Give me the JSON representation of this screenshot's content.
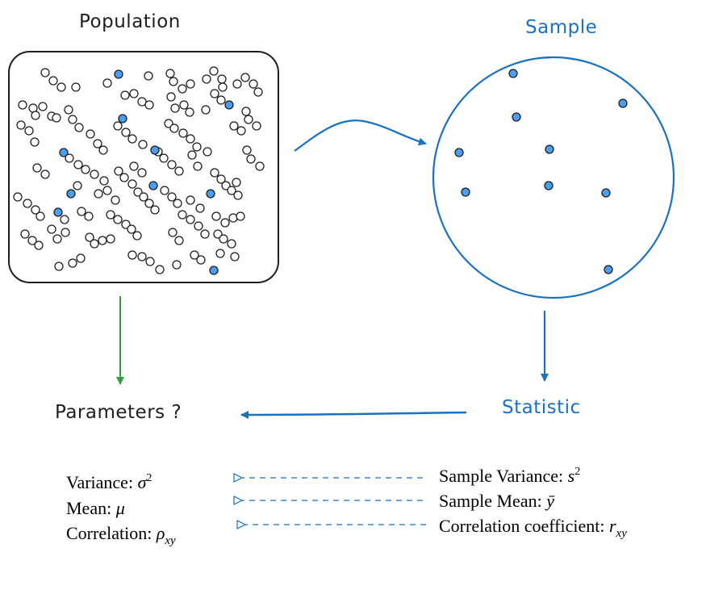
{
  "labels": {
    "population": "Population",
    "sample": "Sample",
    "parameters": "Parameters ?",
    "statistic": "Statistic"
  },
  "parameters": [
    {
      "name": "Variance:",
      "symbol": "σ",
      "sub": "",
      "sup": "2"
    },
    {
      "name": "Mean:",
      "symbol": "μ",
      "sub": "",
      "sup": ""
    },
    {
      "name": "Correlation:",
      "symbol": "ρ",
      "sub": "xy",
      "sup": ""
    }
  ],
  "statistics": [
    {
      "name": "Sample Variance:",
      "symbol": "s",
      "sub": "",
      "sup": "2"
    },
    {
      "name": "Sample Mean:",
      "symbol": "ȳ",
      "sub": "",
      "sup": ""
    },
    {
      "name": "Correlation coefficient:",
      "symbol": "r",
      "sub": "xy",
      "sup": ""
    }
  ],
  "colors": {
    "ink": "#1e1e1e",
    "blue": "#1971c2",
    "dot_fill": "#4a9eed",
    "green": "#2f9e44"
  },
  "icons": {
    "population_box": "rounded-rectangle",
    "sample_circle": "circle",
    "arrow": "hand-drawn-arrow"
  }
}
